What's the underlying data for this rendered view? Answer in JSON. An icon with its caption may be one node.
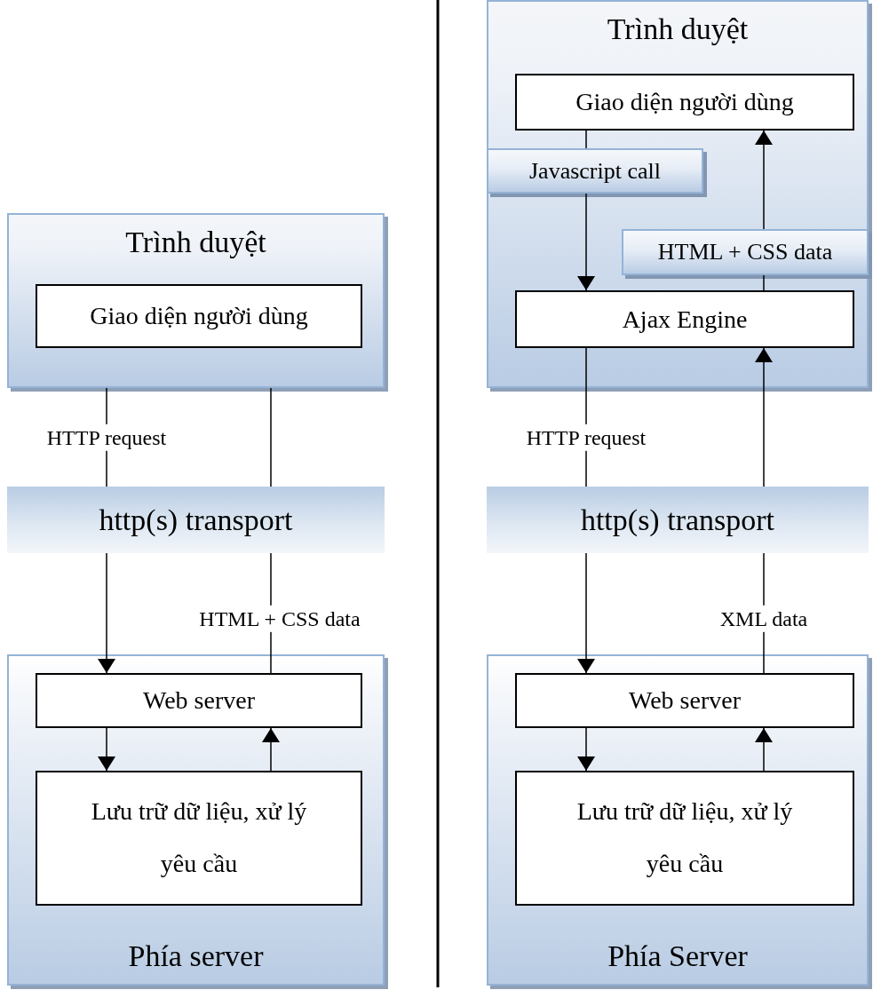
{
  "diagram": {
    "nodes": [
      {
        "text": [
          "Trình duyệt"
        ]
      },
      {
        "text": [
          "Giao diện người dùng"
        ],
        "in": 0
      },
      {
        "text": [
          "http(s) transport"
        ]
      },
      {
        "text": [
          "Phía server"
        ]
      },
      {
        "text": [
          "Web server"
        ],
        "in": 3
      },
      {
        "text": [
          "Lưu trữ dữ liệu, xử lý yêu cầu"
        ],
        "in": 3
      },
      {
        "text": [
          "Trình duyệt"
        ]
      },
      {
        "text": [
          "Giao diện người dùng"
        ],
        "in": 6
      },
      {
        "text": [
          "Javascript call"
        ],
        "in": 6
      },
      {
        "text": [
          "HTML + CSS data"
        ],
        "in": 6
      },
      {
        "text": [
          "Ajax Engine"
        ],
        "in": 6
      },
      {
        "text": [
          "http(s) transport"
        ]
      },
      {
        "text": [
          "Phía Server"
        ]
      },
      {
        "text": [
          "Web server"
        ],
        "in": 12
      },
      {
        "text": [
          "Lưu trữ dữ liệu, xử lý yêu cầu"
        ],
        "in": 12
      }
    ],
    "edges": [
      {
        "from": 0,
        "to": 2,
        "arrow": "none",
        "label": "HTTP request"
      },
      {
        "from": 2,
        "to": 4,
        "arrow": "to"
      },
      {
        "from": 4,
        "to": 2,
        "arrow": "none",
        "label": "HTML + CSS data"
      },
      {
        "from": 2,
        "to": 0,
        "arrow": "none"
      },
      {
        "from": 4,
        "to": 5,
        "arrow": "to"
      },
      {
        "from": 5,
        "to": 4,
        "arrow": "to"
      },
      {
        "from": 7,
        "to": 8,
        "arrow": "none"
      },
      {
        "from": 8,
        "to": 10,
        "arrow": "to"
      },
      {
        "from": 10,
        "to": 9,
        "arrow": "none"
      },
      {
        "from": 9,
        "to": 7,
        "arrow": "to"
      },
      {
        "from": 10,
        "to": 11,
        "arrow": "none",
        "label": "HTTP request"
      },
      {
        "from": 11,
        "to": 13,
        "arrow": "to"
      },
      {
        "from": 13,
        "to": 11,
        "arrow": "none",
        "label": "XML data"
      },
      {
        "from": 11,
        "to": 10,
        "arrow": "to"
      },
      {
        "from": 13,
        "to": 14,
        "arrow": "to"
      },
      {
        "from": 14,
        "to": 13,
        "arrow": "to"
      }
    ]
  }
}
